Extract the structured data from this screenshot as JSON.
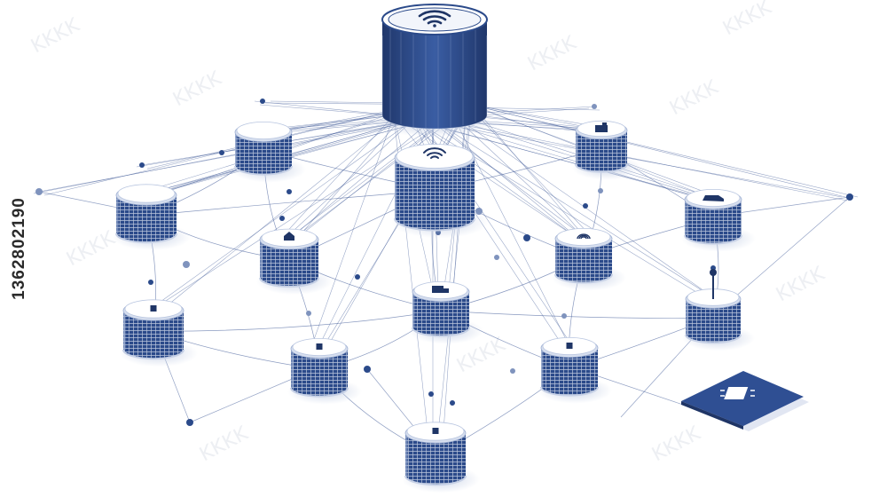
{
  "colors": {
    "primary": "#2b4a8a",
    "dark": "#1f3566",
    "light": "#e9eef7",
    "wire": "#3c5796"
  },
  "image": {
    "stock_id": "1362802190",
    "watermark": "KKKK"
  },
  "hub": {
    "icon": "wifi-icon"
  },
  "nodes": [
    {
      "name": "server-node-top-left",
      "icon": "none"
    },
    {
      "name": "server-node-center-wifi",
      "icon": "wifi-icon"
    },
    {
      "name": "server-node-top-right",
      "icon": "camera-icon"
    },
    {
      "name": "server-node-left",
      "icon": "none"
    },
    {
      "name": "server-node-mid-left",
      "icon": "house-icon"
    },
    {
      "name": "server-node-mid-right",
      "icon": "fingerprint-icon"
    },
    {
      "name": "server-node-right",
      "icon": "car-icon"
    },
    {
      "name": "server-node-lower-left",
      "icon": "square-icon"
    },
    {
      "name": "server-node-center",
      "icon": "truck-icon"
    },
    {
      "name": "server-node-lower-right",
      "icon": "antenna-icon"
    },
    {
      "name": "server-node-bottom-left",
      "icon": "square-icon"
    },
    {
      "name": "server-node-bottom-right",
      "icon": "square-icon"
    },
    {
      "name": "server-node-bottom",
      "icon": "square-icon"
    }
  ],
  "chip": {
    "icon": "microchip-icon"
  }
}
